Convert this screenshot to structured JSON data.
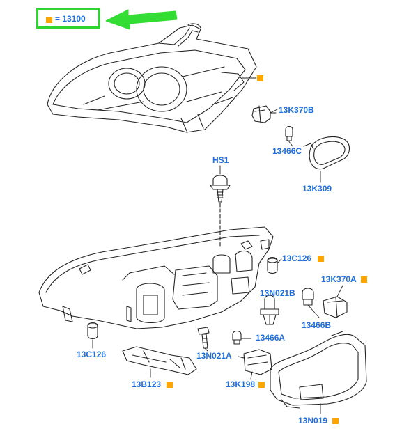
{
  "legend": {
    "text": "= 13100",
    "marker_color": "#ffa500",
    "border_color": "#2fd52f",
    "arrow_color": "#33dd33"
  },
  "colors": {
    "label": "#1f6fe0",
    "marker": "#ffa500",
    "line": "#222222"
  },
  "parts": {
    "hs1": "HS1",
    "k370b": "13K370B",
    "c466c": "13466C",
    "k309": "13K309",
    "c126_right": "13C126",
    "n021b": "13N021B",
    "k370a": "13K370A",
    "c466b": "13466B",
    "c466a": "13466A",
    "c126_left": "13C126",
    "n021a": "13N021A",
    "b123": "13B123",
    "k198": "13K198",
    "n019": "13N019"
  }
}
